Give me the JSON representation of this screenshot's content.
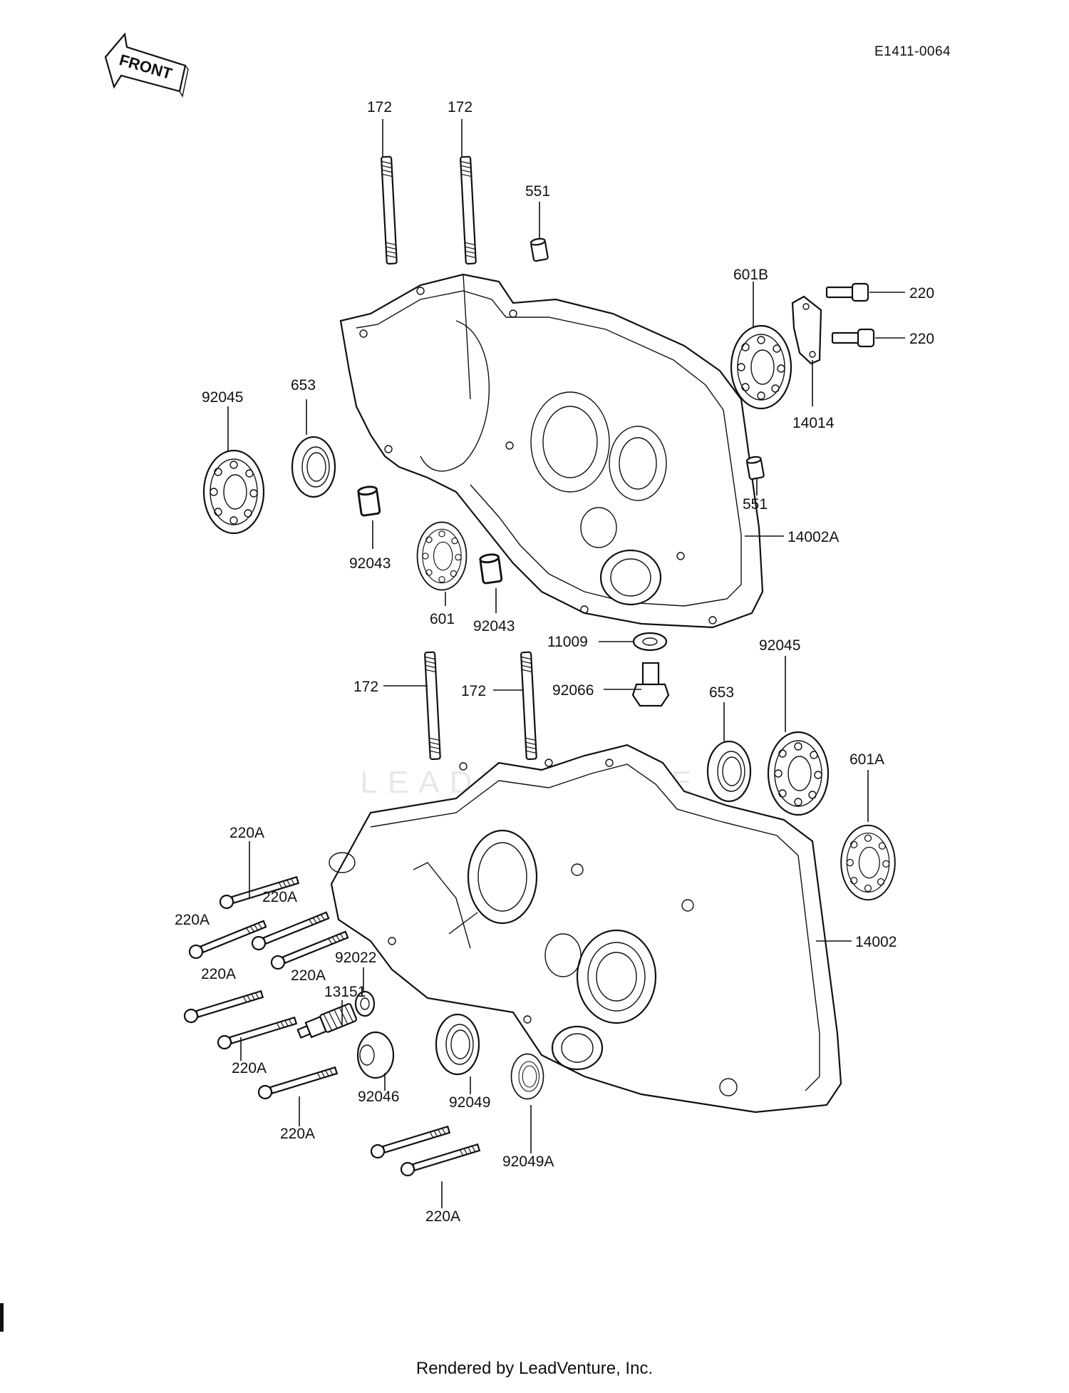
{
  "diagram": {
    "id": "E1411-0064",
    "front_arrow_text": "FRONT",
    "footer": "Rendered by LeadVenture, Inc.",
    "watermark": "LEADVENTURE"
  },
  "callouts": [
    {
      "label": "172"
    },
    {
      "label": "172"
    },
    {
      "label": "551"
    },
    {
      "label": "601B"
    },
    {
      "label": "220"
    },
    {
      "label": "220"
    },
    {
      "label": "14014"
    },
    {
      "label": "92045"
    },
    {
      "label": "653"
    },
    {
      "label": "92043"
    },
    {
      "label": "601"
    },
    {
      "label": "92043"
    },
    {
      "label": "551"
    },
    {
      "label": "14002A"
    },
    {
      "label": "11009"
    },
    {
      "label": "92066"
    },
    {
      "label": "172"
    },
    {
      "label": "172"
    },
    {
      "label": "92045"
    },
    {
      "label": "653"
    },
    {
      "label": "601A"
    },
    {
      "label": "14002"
    },
    {
      "label": "220A"
    },
    {
      "label": "220A"
    },
    {
      "label": "220A"
    },
    {
      "label": "220A"
    },
    {
      "label": "220A"
    },
    {
      "label": "92022"
    },
    {
      "label": "13151"
    },
    {
      "label": "220A"
    },
    {
      "label": "92046"
    },
    {
      "label": "92049"
    },
    {
      "label": "220A"
    },
    {
      "label": "92049A"
    },
    {
      "label": "220A"
    }
  ]
}
